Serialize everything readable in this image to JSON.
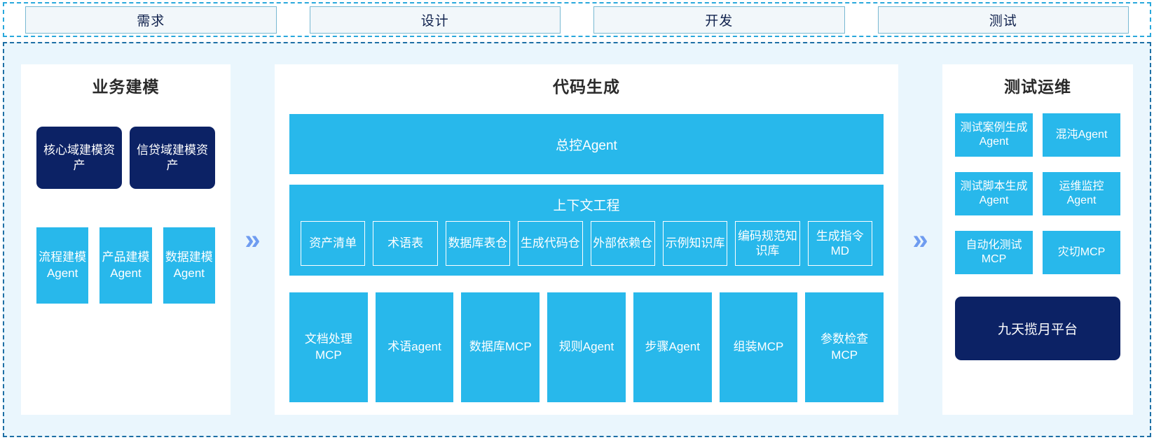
{
  "phases": [
    {
      "label": "需求"
    },
    {
      "label": "设计"
    },
    {
      "label": "开发"
    },
    {
      "label": "测试"
    }
  ],
  "chevron_glyph": "»",
  "colors": {
    "accent_blue": "#28b8eb",
    "dark_navy": "#0c2265",
    "board_bg": "#eaf6fd",
    "board_border": "#1d6fa5",
    "phase_border": "#79b9d2",
    "chevron": "#6f9cf0"
  },
  "left_panel": {
    "title": "业务建模",
    "assets": [
      {
        "label": "核心域建模资产"
      },
      {
        "label": "信贷域建模资产"
      }
    ],
    "agents": [
      {
        "label": "流程建模Agent"
      },
      {
        "label": "产品建模Agent"
      },
      {
        "label": "数据建模Agent"
      }
    ]
  },
  "center_panel": {
    "title": "代码生成",
    "master_agent": "总控Agent",
    "context": {
      "title": "上下文工程",
      "items": [
        {
          "label": "资产清单"
        },
        {
          "label": "术语表"
        },
        {
          "label": "数据库表仓"
        },
        {
          "label": "生成代码仓"
        },
        {
          "label": "外部依赖仓"
        },
        {
          "label": "示例知识库"
        },
        {
          "label": "编码规范知识库"
        },
        {
          "label": "生成指令MD"
        }
      ]
    },
    "tools": [
      {
        "label": "文档处理MCP"
      },
      {
        "label": "术语agent"
      },
      {
        "label": "数据库MCP"
      },
      {
        "label": "规则Agent"
      },
      {
        "label": "步骤Agent"
      },
      {
        "label": "组装MCP"
      },
      {
        "label": "参数检查MCP"
      }
    ]
  },
  "right_panel": {
    "title": "测试运维",
    "items": [
      {
        "label": "测试案例生成Agent"
      },
      {
        "label": "混沌Agent"
      },
      {
        "label": "测试脚本生成Agent"
      },
      {
        "label": "运维监控Agent"
      },
      {
        "label": "自动化测试MCP"
      },
      {
        "label": "灾切MCP"
      }
    ],
    "platform": "九天揽月平台"
  }
}
